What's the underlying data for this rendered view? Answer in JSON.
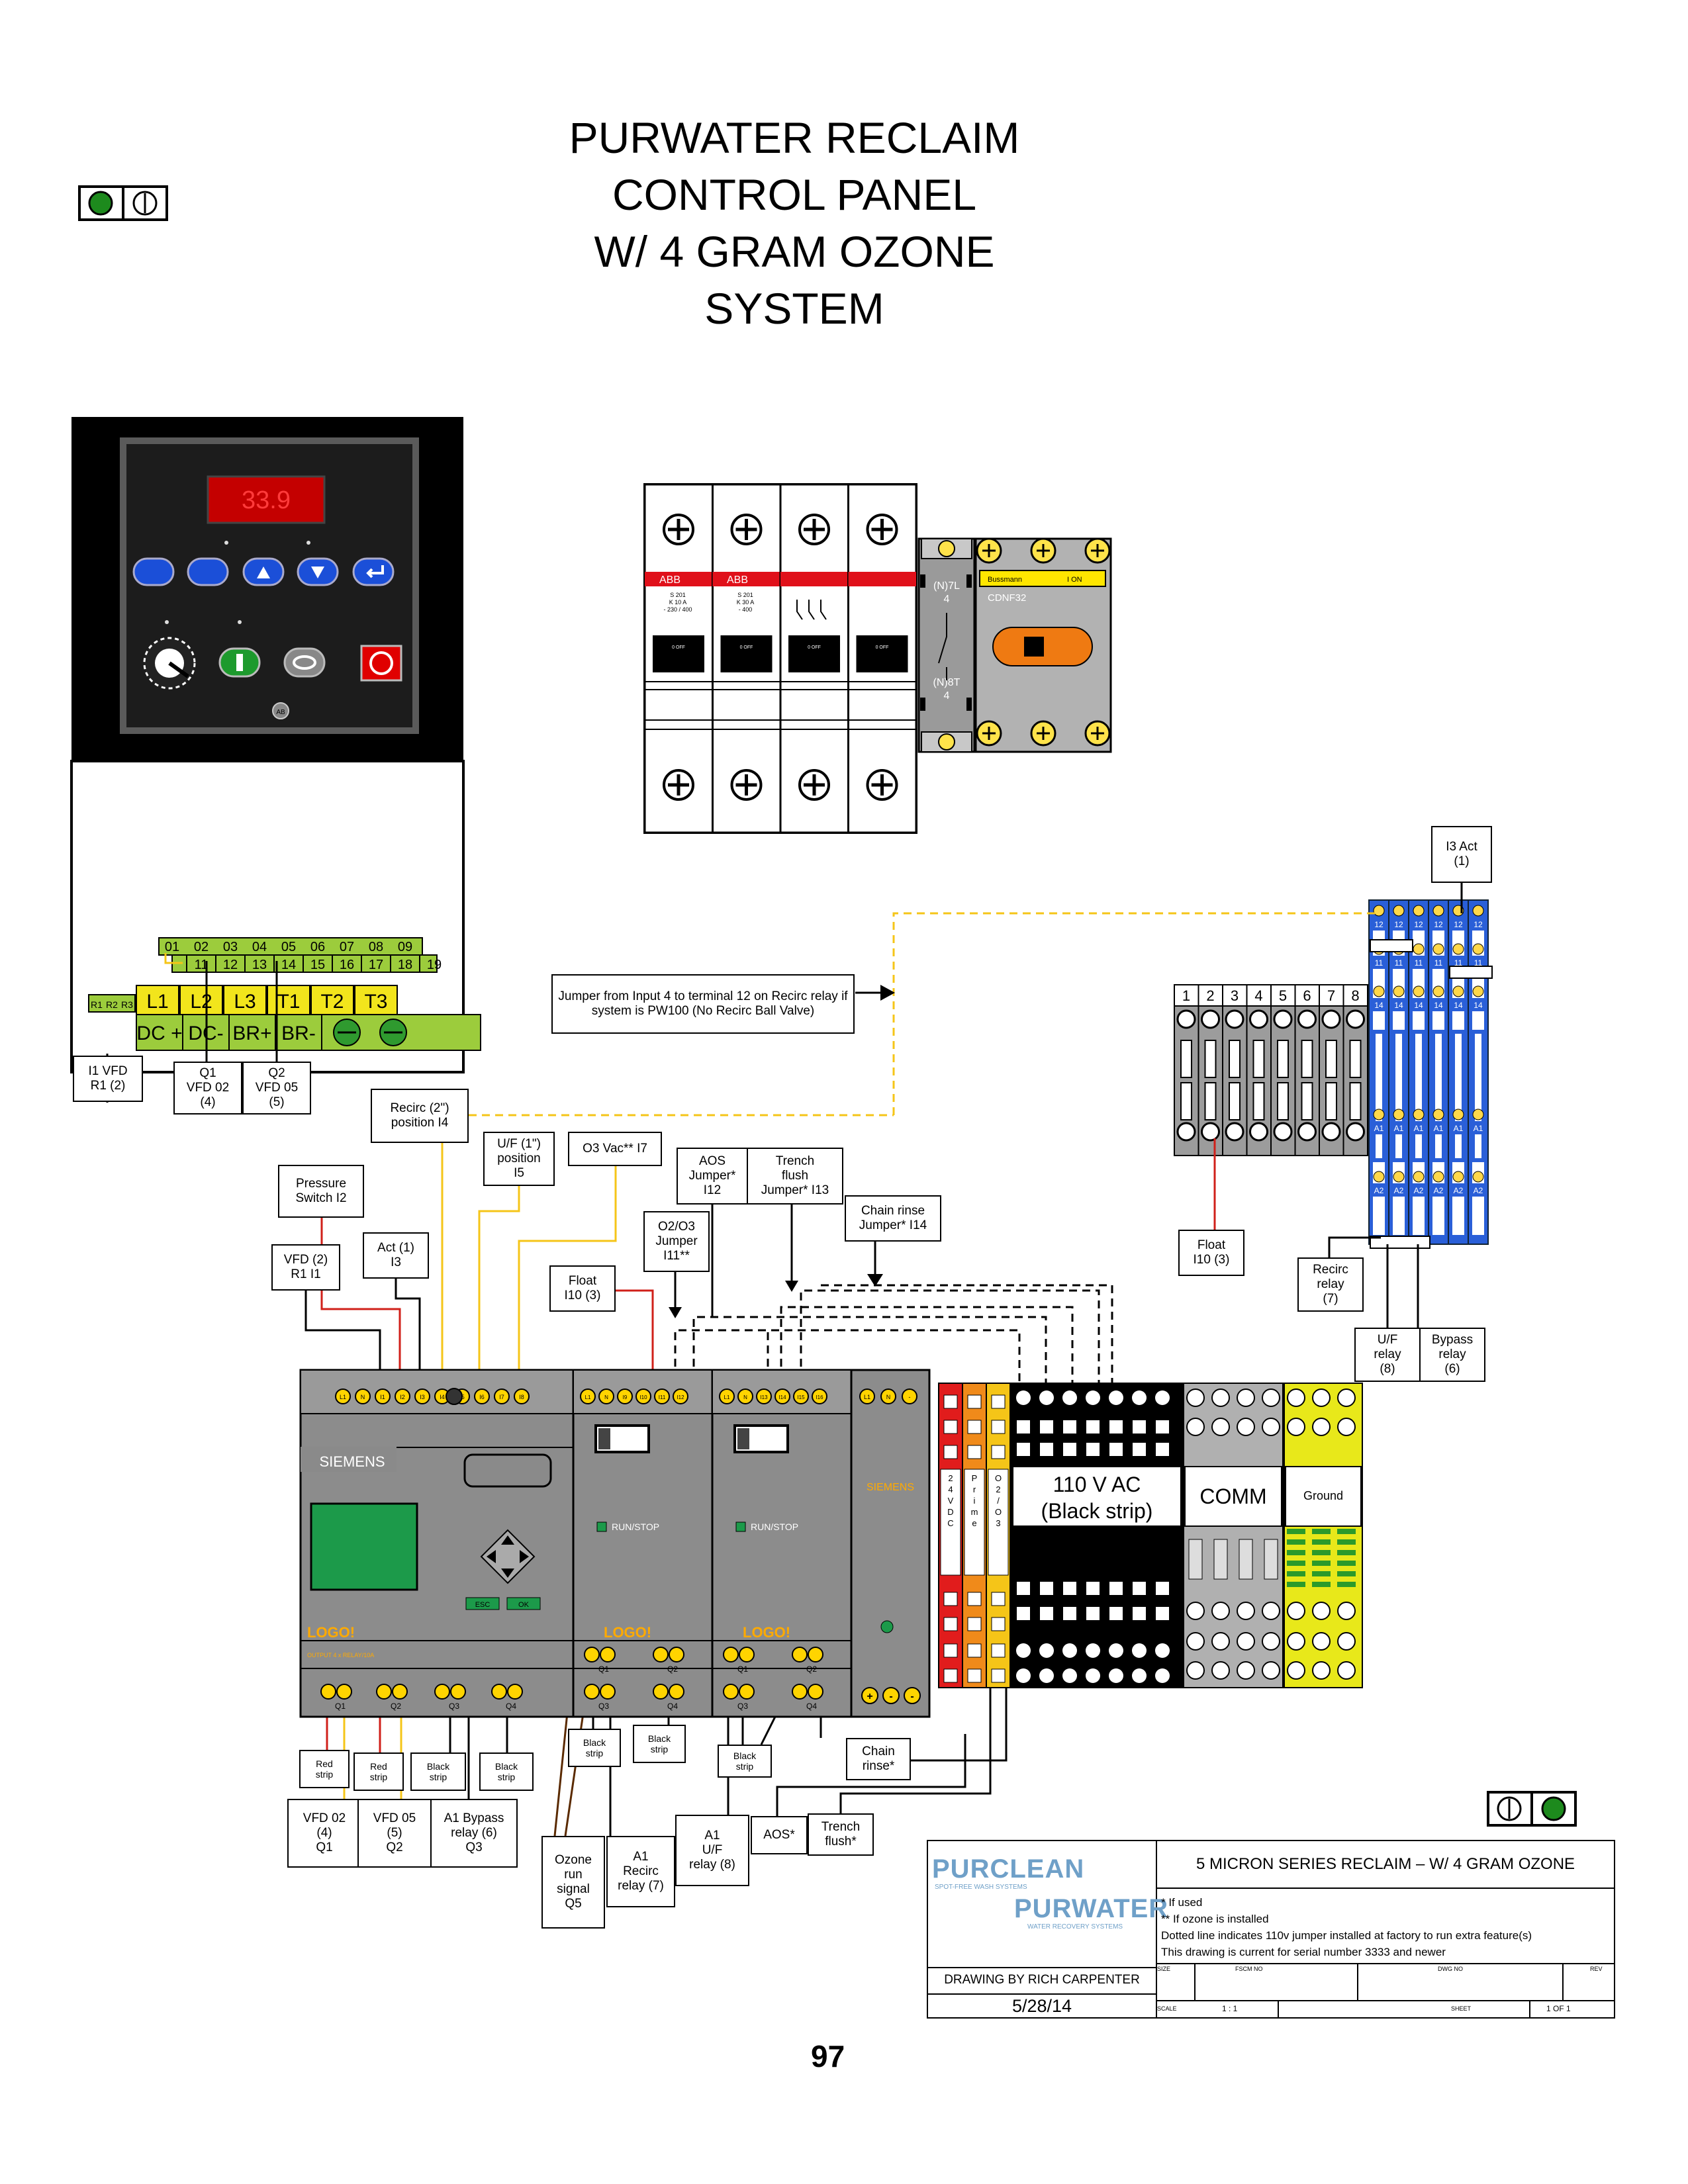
{
  "title": {
    "line1": "PURWATER RECLAIM",
    "line2": "CONTROL PANEL",
    "line3": "W/ 4 GRAM OZONE",
    "line4": "SYSTEM"
  },
  "vfd": {
    "display": "33.9",
    "logo": "AB",
    "terminal_row1": [
      "01",
      "02",
      "03",
      "04",
      "05",
      "06",
      "07",
      "08",
      "09"
    ],
    "terminal_row2": [
      "11",
      "12",
      "13",
      "14",
      "15",
      "16",
      "17",
      "18",
      "19"
    ],
    "relay_terms": [
      "R1",
      "R2",
      "R3"
    ],
    "power_row1": [
      "L1",
      "L2",
      "L3",
      "T1",
      "T2",
      "T3"
    ],
    "power_row2": [
      "DC +",
      "DC-",
      "BR+",
      "BR-"
    ]
  },
  "breakers": {
    "brand": "ABB",
    "ratings": [
      "S 201\nK 10 A\n- 230 / 400",
      "S 201\nK 30 A\n- 400"
    ],
    "off_label": "0 OFF",
    "contactor_top": "(N)7L\n4",
    "contactor_bottom": "(N)8T\n4",
    "fuse_brand": "Bussmann",
    "fuse_on": "I ON",
    "fuse_model": "CDNF32"
  },
  "callouts": {
    "jumper_note": "Jumper from Input 4 to terminal 12 on Recirc relay if system is PW100 (No Recirc Ball Valve)",
    "i1_vfd": "I1 VFD\nR1 (2)",
    "q1_vfd02": "Q1\nVFD 02\n(4)",
    "q2_vfd05": "Q2\nVFD 05\n(5)",
    "recirc_i4": "Recirc (2\")\nposition I4",
    "uf_i5": "U/F (1\")\nposition\nI5",
    "o3vac_i7": "O3 Vac** I7",
    "aos_i12": "AOS\nJumper*\nI12",
    "trench_i13": "Trench\nflush\nJumper* I13",
    "chain_i14": "Chain rinse\nJumper* I14",
    "pressure_i2": "Pressure\nSwitch I2",
    "act_i3": "Act (1)\nI3",
    "o2o3_i11": "O2/O3\nJumper\nI11**",
    "vfd2_i1": "VFD (2)\nR1 I1",
    "float_i10": "Float\nI10 (3)",
    "float_i10_right": "Float\nI10 (3)",
    "i3_act": "I3 Act\n(1)",
    "recirc_relay": "Recirc\nrelay\n(7)",
    "uf_relay": "U/F\nrelay\n(8)",
    "bypass_relay": "Bypass\nrelay\n(6)",
    "red_strip1": "Red\nstrip",
    "red_strip2": "Red\nstrip",
    "black_strip1": "Black\nstrip",
    "black_strip2": "Black\nstrip",
    "black_strip3": "Black\nstrip",
    "black_strip4": "Black\nstrip",
    "black_strip5": "Black\nstrip",
    "chain_rinse": "Chain\nrinse*",
    "vfd02_q1": "VFD 02\n(4)\nQ1",
    "vfd05_q2": "VFD 05\n(5)\nQ2",
    "a1_bypass_q3": "A1 Bypass\nrelay (6)\nQ3",
    "ozone_q5": "Ozone\nrun\nsignal\nQ5",
    "a1_recirc": "A1\nRecirc\nrelay (7)",
    "a1_uf": "A1\nU/F\nrelay (8)",
    "aos": "AOS*",
    "trench_flush": "Trench\nflush*"
  },
  "plc": {
    "brand": "SIEMENS",
    "logo": "LOGO!",
    "run_stop": "RUN/STOP",
    "output_note": "OUTPUT 4 x RELAY/10A",
    "esc": "ESC",
    "ok": "OK",
    "main_inputs": [
      "L1",
      "N",
      "I1",
      "I2",
      "I3",
      "I4",
      "I5",
      "I6",
      "I7",
      "I8"
    ],
    "exp_inputs": [
      "L1",
      "N",
      "I9",
      "I10",
      "I11",
      "I12"
    ],
    "exp2_inputs": [
      "L1",
      "N",
      "I13",
      "I14",
      "I15",
      "I16"
    ],
    "psu_inputs": [
      "L1",
      "N",
      "-"
    ],
    "q_labels": [
      "Q1",
      "Q2",
      "Q3",
      "Q4"
    ]
  },
  "terminals": {
    "dc24": "24VDC",
    "prime": "Prime",
    "o2o3": "O2/O3",
    "ac110": "110 V AC\n(Black strip)",
    "comm": "COMM",
    "ground": "Ground",
    "relay_base_numbers": [
      "1",
      "2",
      "3",
      "4",
      "5",
      "6",
      "7",
      "8"
    ],
    "relay_tags": [
      "12",
      "11",
      "14",
      "A1",
      "A2"
    ]
  },
  "title_block": {
    "company1": "PURCLEAN",
    "company1_sub": "SPOT-FREE WASH SYSTEMS",
    "company2": "PURWATER",
    "company2_sub": "WATER RECOVERY SYSTEMS",
    "drawing_title": "5 MICRON SERIES RECLAIM – W/ 4 GRAM OZONE",
    "note1": "* If used",
    "note2": "** If ozone is installed",
    "note3": "Dotted line indicates 110v jumper installed at factory to run extra feature(s)",
    "note4": "This drawing is current for serial number 3333 and newer",
    "drawn_by": "DRAWING BY RICH CARPENTER",
    "date": "5/28/14",
    "size_lbl": "SIZE",
    "fscm_lbl": "FSCM NO",
    "dwg_lbl": "DWG NO",
    "rev_lbl": "REV",
    "scale_lbl": "SCALE",
    "scale_val": "1 : 1",
    "sheet_lbl": "SHEET",
    "sheet_val": "1 OF 1"
  },
  "page_number": "97",
  "colors": {
    "vfd_green": "#9ccc3c",
    "terminal_yellow": "#f2e51c",
    "wire_red": "#d0201a",
    "wire_yellow": "#f5c518",
    "plc_gray": "#8c8c8c",
    "relay_blue": "#2a5fd8",
    "pilot_green": "#1d8a1d"
  }
}
